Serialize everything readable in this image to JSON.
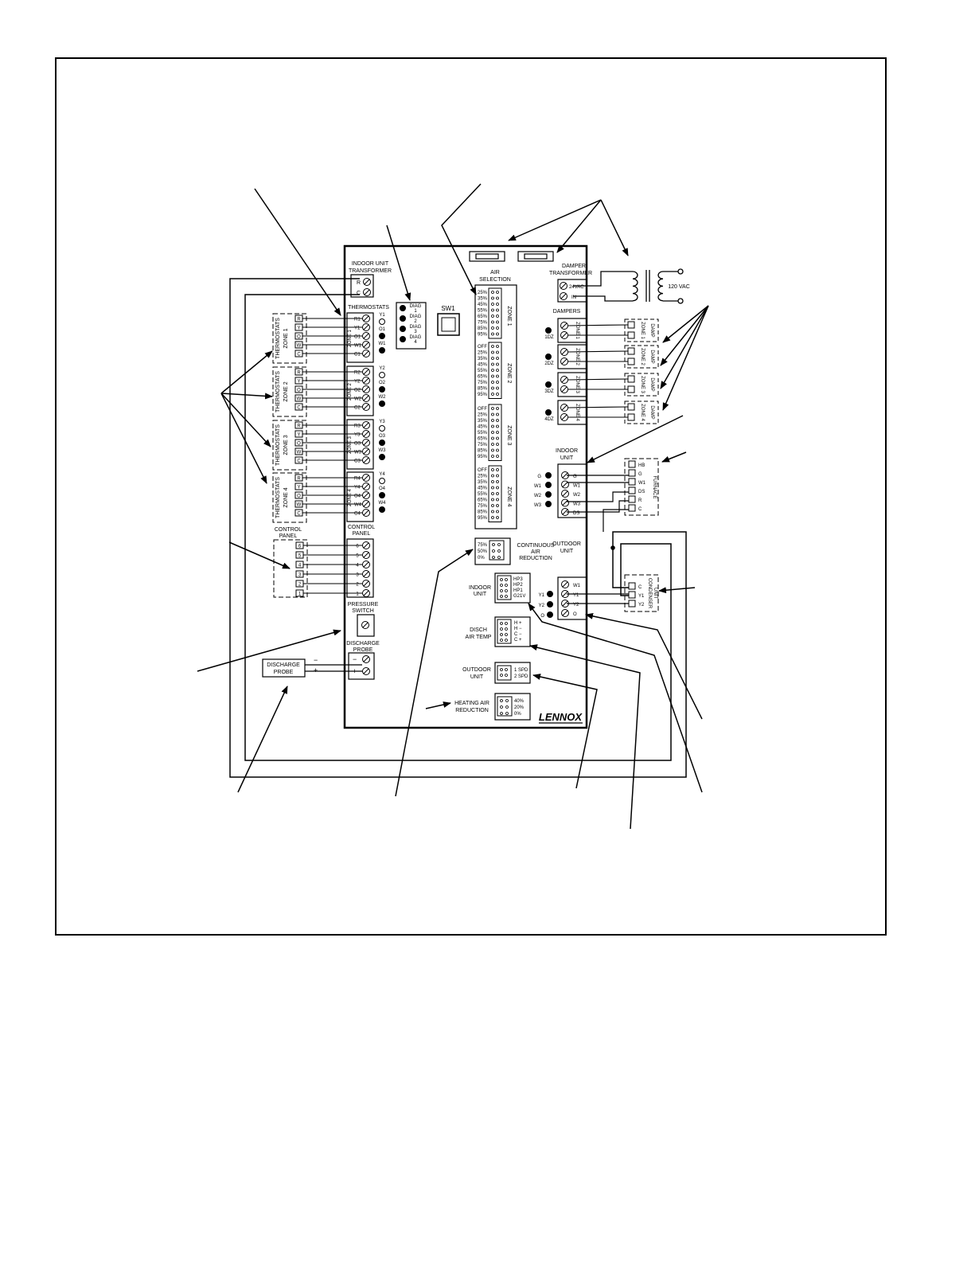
{
  "labels": {
    "indoor_unit_transformer": [
      "INDOOR UNIT",
      "TRANSFORMER"
    ],
    "thermostats": "THERMOSTATS",
    "air_selection": [
      "AIR",
      "SELECTION"
    ],
    "sw1": "SW1",
    "damper_transformer": [
      "DAMPER",
      "TRANSFORMER"
    ],
    "vac24": "24VAC",
    "in": "IN",
    "vac120": "120 VAC",
    "dampers": "DAMPERS",
    "indoor_unit": [
      "INDOOR",
      "UNIT"
    ],
    "outdoor_unit": [
      "OUTDOOR",
      "UNIT"
    ],
    "control_panel": [
      "CONTROL",
      "PANEL"
    ],
    "pressure_switch": [
      "PRESSURE",
      "SWITCH"
    ],
    "discharge_probe": [
      "DISCHARGE",
      "PROBE"
    ],
    "continuous_air_reduction": [
      "CONTINUOUS",
      "AIR",
      "REDUCTION"
    ],
    "indoor_unit_jumper": [
      "INDOOR",
      "UNIT"
    ],
    "disch_air_temp": [
      "DISCH",
      "AIR TEMP"
    ],
    "outdoor_unit_jumper": [
      "OUTDOOR",
      "UNIT"
    ],
    "heating_air_reduction": [
      "HEATING AIR",
      "REDUCTION"
    ],
    "brand": "LENNOX",
    "furnace": "FURNACE",
    "condenser_unit": [
      "CONDENSER",
      "UNIT"
    ],
    "minus": "−",
    "plus": "+"
  },
  "diag_leds": [
    "DIAG 1",
    "DIAG 2",
    "DIAG 3",
    "DIAG 4"
  ],
  "transformer_terms": [
    "R",
    "C"
  ],
  "thermostat_zones": [
    {
      "title": "THERMOSTATS",
      "zone": "ZONE 1",
      "board_zone": "ZONE 1",
      "stat_terms": [
        "R",
        "Y",
        "O",
        "W",
        "C"
      ],
      "board_terms": [
        "R1",
        "Y1",
        "O1",
        "W1",
        "C1"
      ],
      "leds": [
        "Y1",
        "O1",
        "W1"
      ]
    },
    {
      "title": "THERMOSTATS",
      "zone": "ZONE 2",
      "board_zone": "ZONE 2",
      "stat_terms": [
        "R",
        "Y",
        "O",
        "W",
        "C"
      ],
      "board_terms": [
        "R2",
        "Y2",
        "O2",
        "W2",
        "C2"
      ],
      "leds": [
        "Y2",
        "O2",
        "W2"
      ]
    },
    {
      "title": "THERMOSTATS",
      "zone": "ZONE 3",
      "board_zone": "ZONE 3",
      "stat_terms": [
        "R",
        "Y",
        "O",
        "W",
        "C"
      ],
      "board_terms": [
        "R3",
        "Y3",
        "O3",
        "W3",
        "C3"
      ],
      "leds": [
        "Y3",
        "O3",
        "W3"
      ]
    },
    {
      "title": "THERMOSTATS",
      "zone": "ZONE 4",
      "board_zone": "ZONE 4",
      "stat_terms": [
        "R",
        "Y",
        "O",
        "W",
        "C"
      ],
      "board_terms": [
        "R4",
        "Y4",
        "O4",
        "W4",
        "C4"
      ],
      "leds": [
        "Y4",
        "O4",
        "W4"
      ]
    }
  ],
  "air_selection_zones": [
    {
      "zone": "ZONE 1",
      "options": [
        "25%",
        "35%",
        "45%",
        "55%",
        "65%",
        "75%",
        "85%",
        "95%"
      ]
    },
    {
      "zone": "ZONE 2",
      "options": [
        "OFF",
        "25%",
        "35%",
        "45%",
        "55%",
        "65%",
        "75%",
        "85%",
        "95%"
      ]
    },
    {
      "zone": "ZONE 3",
      "options": [
        "OFF",
        "25%",
        "35%",
        "45%",
        "55%",
        "65%",
        "75%",
        "85%",
        "95%"
      ]
    },
    {
      "zone": "ZONE 4",
      "options": [
        "OFF",
        "25%",
        "35%",
        "45%",
        "55%",
        "65%",
        "75%",
        "85%",
        "95%"
      ]
    }
  ],
  "damper_zones": [
    {
      "led": "1DZ",
      "zone": "ZONE 1",
      "damp": [
        "ZONE 1",
        "DAMP"
      ]
    },
    {
      "led": "2DZ",
      "zone": "ZONE 2",
      "damp": [
        "ZONE 2",
        "DAMP"
      ]
    },
    {
      "led": "3DZ",
      "zone": "ZONE 3",
      "damp": [
        "ZONE 3",
        "DAMP"
      ]
    },
    {
      "led": "4DZ",
      "zone": "ZONE 4",
      "damp": [
        "ZONE 4",
        "DAMP"
      ]
    }
  ],
  "indoor_unit_leds": [
    "G",
    "W1",
    "W2",
    "W3"
  ],
  "indoor_unit_terms": [
    "G",
    "W1",
    "W2",
    "W3",
    "DS"
  ],
  "furnace_terms": [
    "HB",
    "G",
    "W1",
    "DS",
    "R",
    "C"
  ],
  "control_panel_terms": [
    "6",
    "5",
    "4",
    "3",
    "2",
    "1"
  ],
  "continuous_air_options": [
    "75%",
    "50%",
    "0%"
  ],
  "indoor_unit_options": [
    "HP3",
    "HP2",
    "HP1",
    "G21V"
  ],
  "disch_air_options": [
    "H +",
    "H −",
    "C −",
    "C +"
  ],
  "outdoor_unit_options": [
    "1 SPD",
    "2 SPD"
  ],
  "heating_air_options": [
    "40%",
    "20%",
    "0%"
  ],
  "outdoor_unit_leds": [
    "Y1",
    "Y2",
    "O"
  ],
  "outdoor_unit_terms": [
    "W1",
    "Y1",
    "Y2",
    "O"
  ],
  "condenser_terms": [
    "C",
    "Y1",
    "Y2"
  ]
}
